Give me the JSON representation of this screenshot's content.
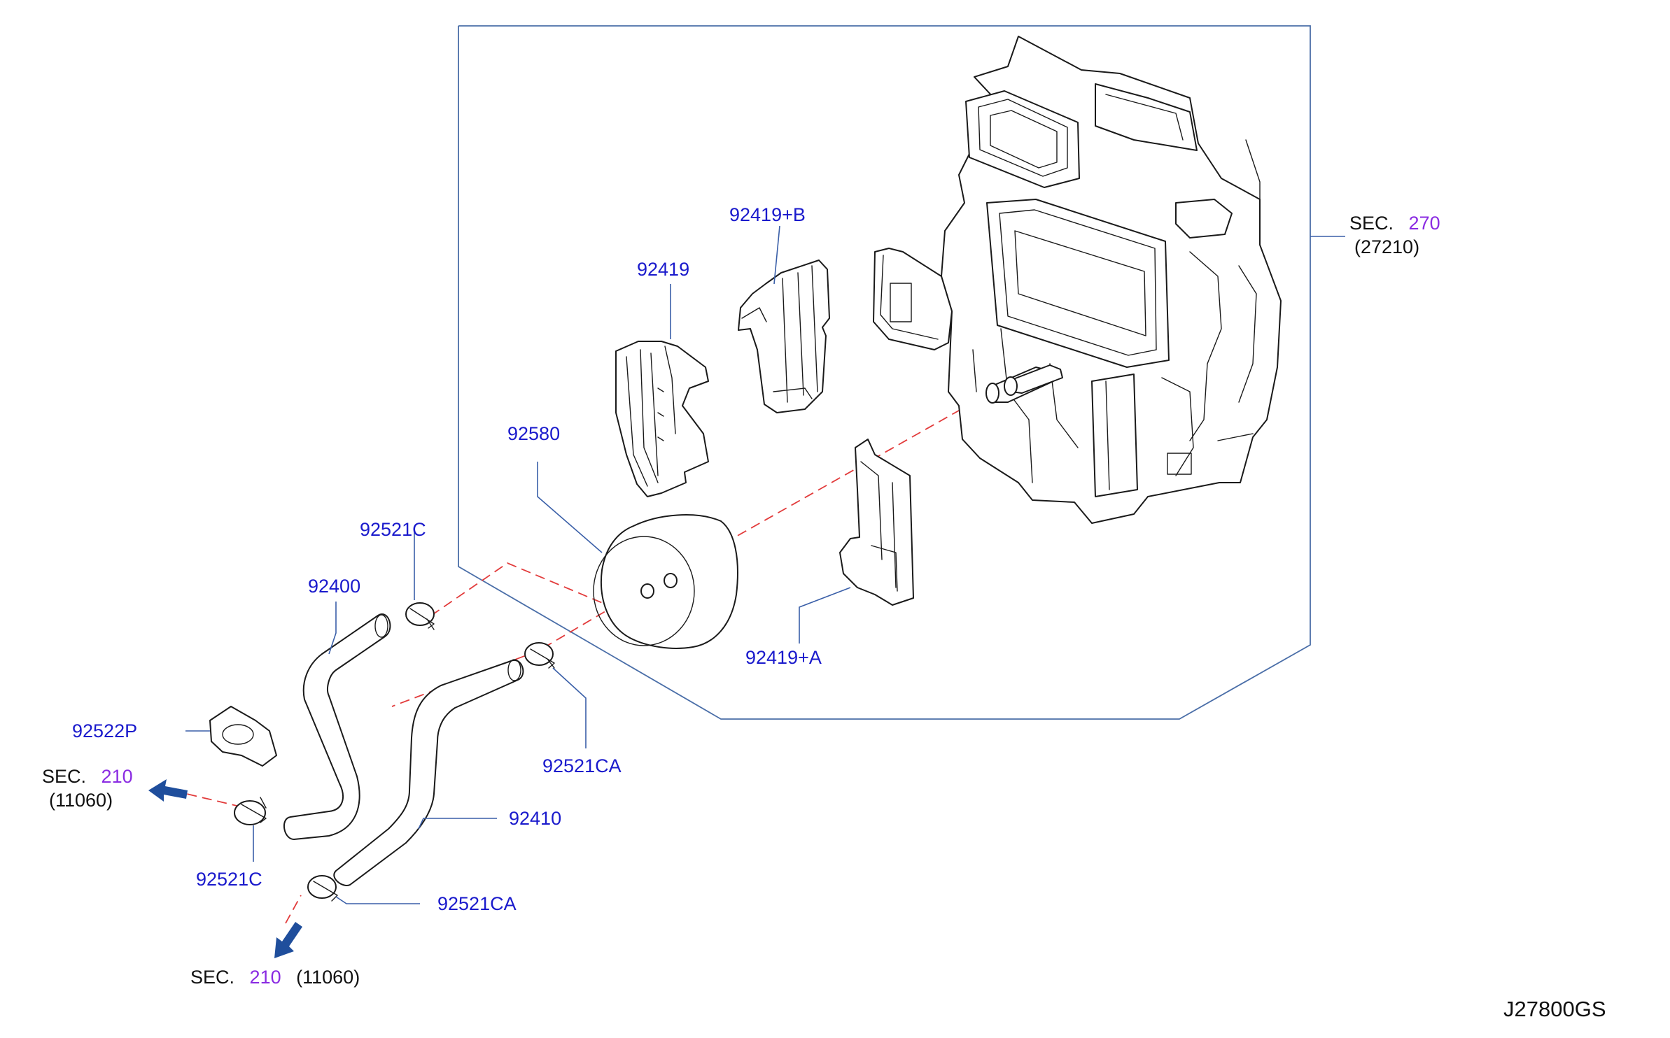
{
  "parts": {
    "p92419b": "92419+B",
    "p92419": "92419",
    "p92580": "92580",
    "p92521c_top": "92521C",
    "p92400": "92400",
    "p92419a": "92419+A",
    "p92522p": "92522P",
    "p92521ca_mid": "92521CA",
    "p92410": "92410",
    "p92521c_bottom": "92521C",
    "p92521ca_bottom": "92521CA"
  },
  "sections": {
    "sec270": {
      "label": "SEC.",
      "number": "270",
      "sub": "(27210)"
    },
    "sec210_left": {
      "label": "SEC.",
      "number": "210",
      "sub": "(11060)"
    },
    "sec210_bottom": {
      "label": "SEC.",
      "number": "210",
      "sub": "(11060)"
    }
  },
  "diagram_code": "J27800GS",
  "colors": {
    "part_label": "#1a1acc",
    "section_number": "#8a2be2",
    "callout_line": "#3a5fa8",
    "centerline": "#e23b3b",
    "arrow": "#1f4e9c"
  }
}
